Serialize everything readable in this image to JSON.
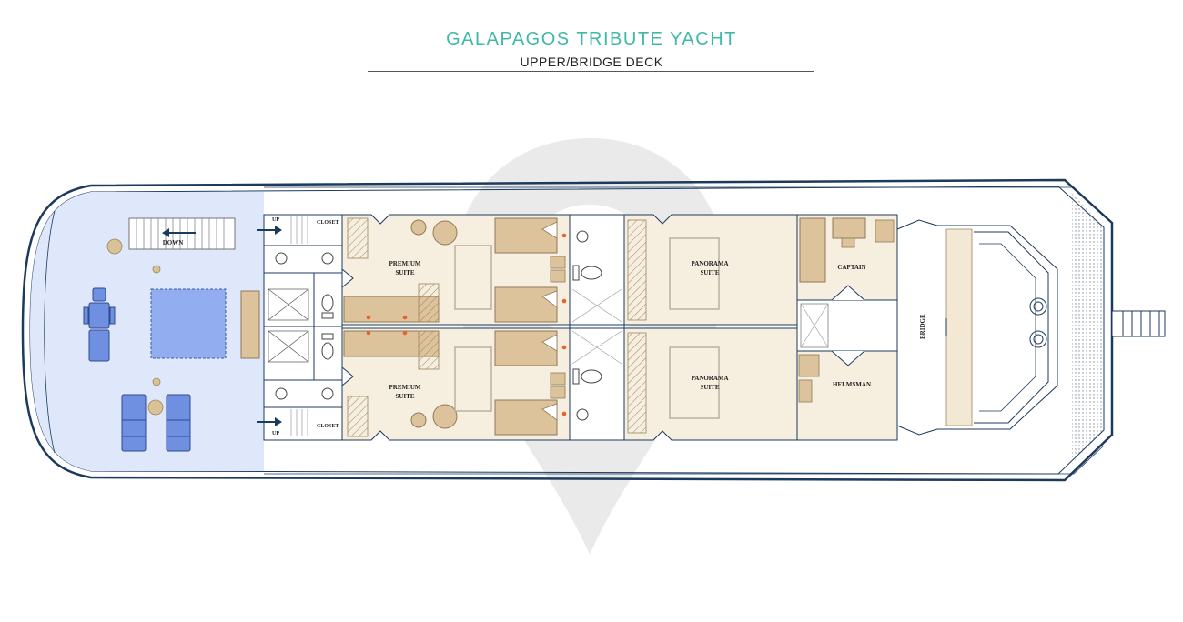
{
  "header": {
    "title": "GALAPAGOS TRIBUTE YACHT",
    "subtitle": "UPPER/BRIDGE DECK"
  },
  "labels": {
    "down": "DOWN",
    "up": "UP",
    "closet": "CLOSET",
    "premium_line1": "PREMIUM",
    "suite_line2": "SUITE",
    "panorama_line1": "PANORAMA",
    "captain": "CAPTAIN",
    "helmsman": "HELMSMAN",
    "bridge": "BRIDGE"
  },
  "colors": {
    "hull_stroke": "#1b3a5c",
    "sundeck_fill": "#dfe7fb",
    "pool_fill": "#93aef0",
    "cabin_fill": "#f6efdf",
    "bed_fill": "#dcc39c",
    "furniture_stroke": "#8f7a5a",
    "accent_dot": "#e8622b",
    "title_teal": "#3fb8a8"
  },
  "icons": {
    "stairs": "stairs-icon",
    "arrow": "arrow-icon",
    "toilet": "toilet-icon",
    "sink": "sink-icon",
    "shower": "shower-icon",
    "bed": "bed-icon",
    "armchair": "armchair-icon",
    "lounger": "sun-lounger-icon",
    "jacuzzi": "jacuzzi-icon",
    "helm": "helm-console-icon",
    "gangway": "gangway-icon",
    "watermark": "location-pin-watermark-icon"
  }
}
